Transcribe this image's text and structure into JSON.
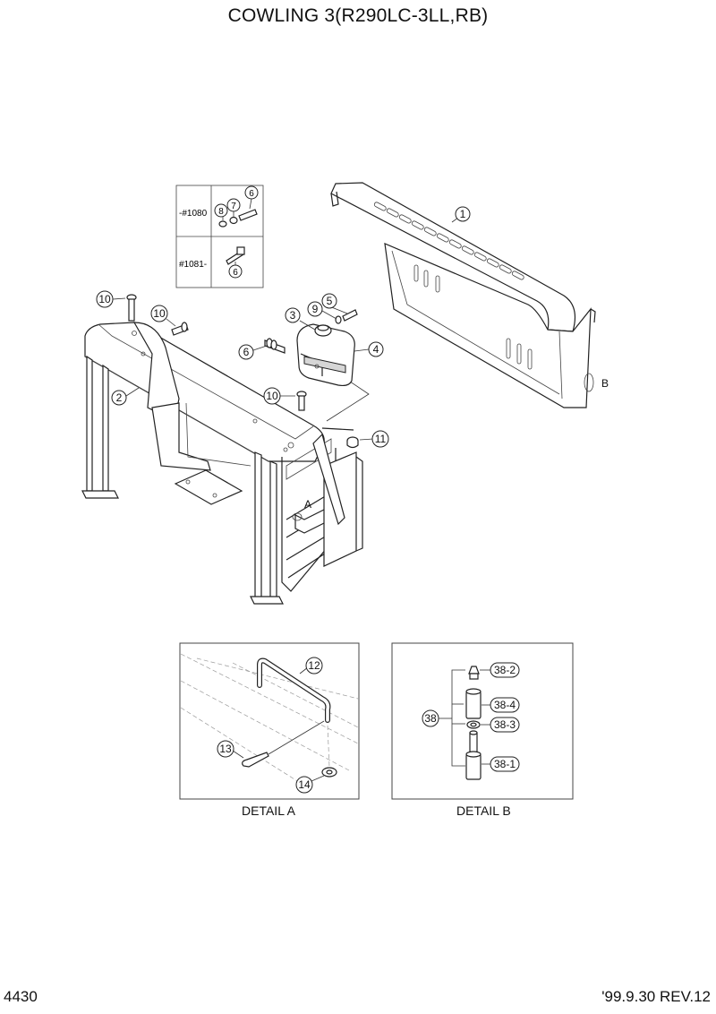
{
  "title": "COWLING 3(R290LC-3LL,RB)",
  "page_number": "4430",
  "revision": "'99.9.30 REV.12",
  "serial_table": {
    "rows": [
      {
        "serial": "-#1080",
        "parts": [
          "8",
          "7",
          "6"
        ]
      },
      {
        "serial": "#1081-",
        "parts": [
          "6"
        ]
      }
    ]
  },
  "callouts": {
    "c1": "1",
    "c2": "2",
    "c3": "3",
    "c4": "4",
    "c5": "5",
    "c6": "6",
    "c9": "9",
    "c10a": "10",
    "c10b": "10",
    "c10c": "10",
    "c11": "11",
    "c12": "12",
    "c13": "13",
    "c14": "14",
    "c38": "38",
    "c38_1": "38-1",
    "c38_2": "38-2",
    "c38_3": "38-3",
    "c38_4": "38-4"
  },
  "markers": {
    "detail_a": "A",
    "detail_b": "B"
  },
  "detail_labels": {
    "a": "DETAIL A",
    "b": "DETAIL B"
  }
}
